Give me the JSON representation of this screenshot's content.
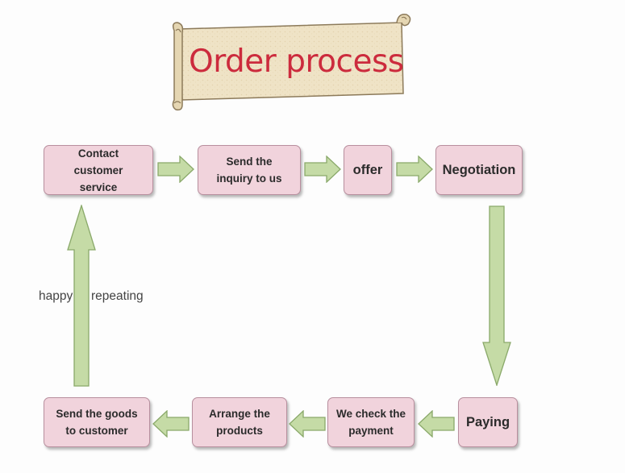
{
  "title": "Order process",
  "steps": [
    {
      "label": "Contact customer service"
    },
    {
      "label": "Send the inquiry to us"
    },
    {
      "label": "offer"
    },
    {
      "label": "Negotiation"
    },
    {
      "label": "Paying"
    },
    {
      "label": "We check the payment"
    },
    {
      "label": "Arrange the products"
    },
    {
      "label": "Send the goods to customer"
    }
  ],
  "loop_label_left": "happy",
  "loop_label_right": "repeating",
  "colors": {
    "box_fill": "#f1d3dc",
    "box_border": "#b88f9e",
    "arrow_fill": "#c5dba6",
    "arrow_border": "#8aa96a",
    "title": "#cc2b3d",
    "banner": "#efe3c6"
  }
}
